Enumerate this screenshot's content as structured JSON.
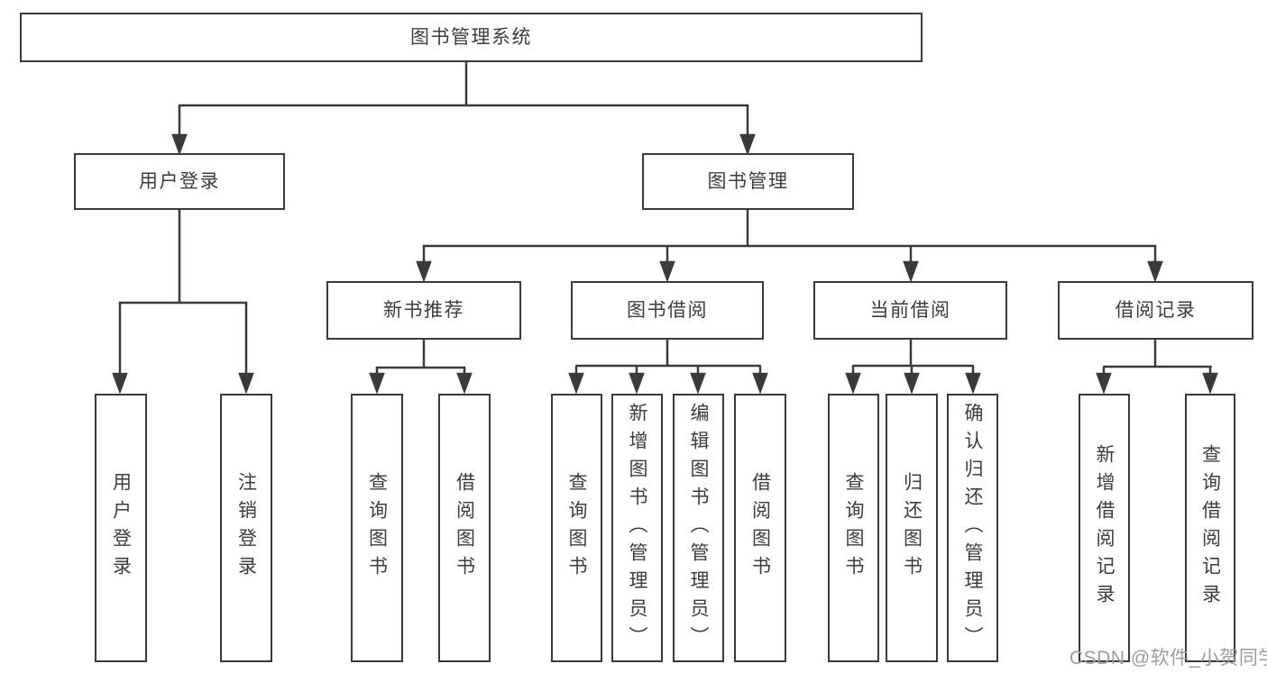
{
  "nodes": {
    "root": "图书管理系统",
    "user_login": "用户登录",
    "book_mgmt": "图书管理",
    "new_book_rec": "新书推荐",
    "book_borrow": "图书借阅",
    "current_borrow": "当前借阅",
    "borrow_record": "借阅记录",
    "ul_login": "用户登录",
    "ul_logout": "注销登录",
    "nb_query": "查询图书",
    "nb_borrow": "借阅图书",
    "bb_query": "查询图书",
    "bb_add": "新增图书（管理员）",
    "bb_edit": "编辑图书（管理员）",
    "bb_borrow": "借阅图书",
    "cb_query": "查询图书",
    "cb_return": "归还图书",
    "cb_confirm": "确认归还（管理员）",
    "br_add": "新增借阅记录",
    "br_query": "查询借阅记录"
  },
  "watermark": "CSDN @软件_小贺同学",
  "line_color": "#3a3a3a"
}
